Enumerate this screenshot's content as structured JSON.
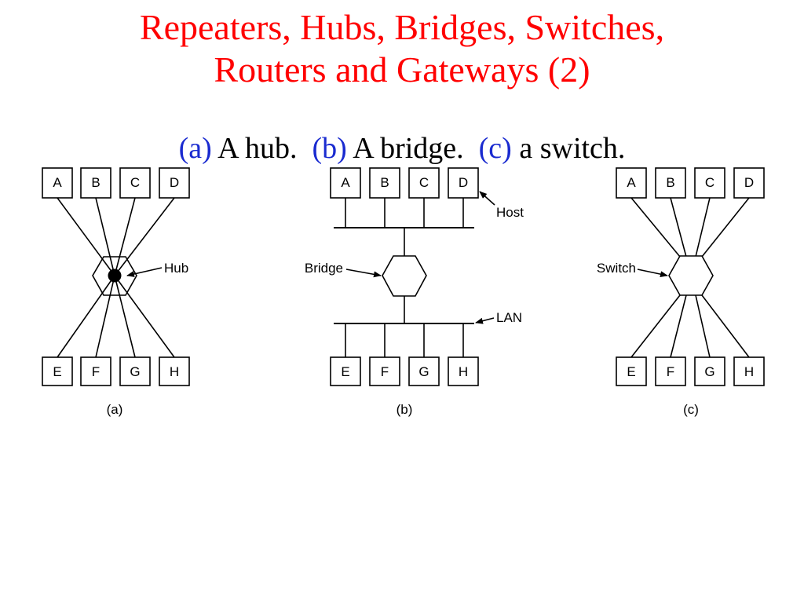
{
  "title": {
    "line1": "Repeaters, Hubs, Bridges, Switches,",
    "line2": "Routers and Gateways (2)"
  },
  "subtitle": {
    "a_tag": "(a)",
    "a_text": " A hub.  ",
    "b_tag": "(b)",
    "b_text": " A bridge.  ",
    "c_tag": "(c)",
    "c_text": " a switch."
  },
  "colors": {
    "title": "#ff0000",
    "subtitle_tag": "#1a2bd0",
    "text": "#000000"
  },
  "diagram_a": {
    "top_hosts": [
      "A",
      "B",
      "C",
      "D"
    ],
    "bottom_hosts": [
      "E",
      "F",
      "G",
      "H"
    ],
    "device_label": "Hub",
    "caption": "(a)"
  },
  "diagram_b": {
    "top_hosts": [
      "A",
      "B",
      "C",
      "D"
    ],
    "bottom_hosts": [
      "E",
      "F",
      "G",
      "H"
    ],
    "device_label": "Bridge",
    "host_label": "Host",
    "lan_label": "LAN",
    "caption": "(b)"
  },
  "diagram_c": {
    "top_hosts": [
      "A",
      "B",
      "C",
      "D"
    ],
    "bottom_hosts": [
      "E",
      "F",
      "G",
      "H"
    ],
    "device_label": "Switch",
    "caption": "(c)"
  }
}
